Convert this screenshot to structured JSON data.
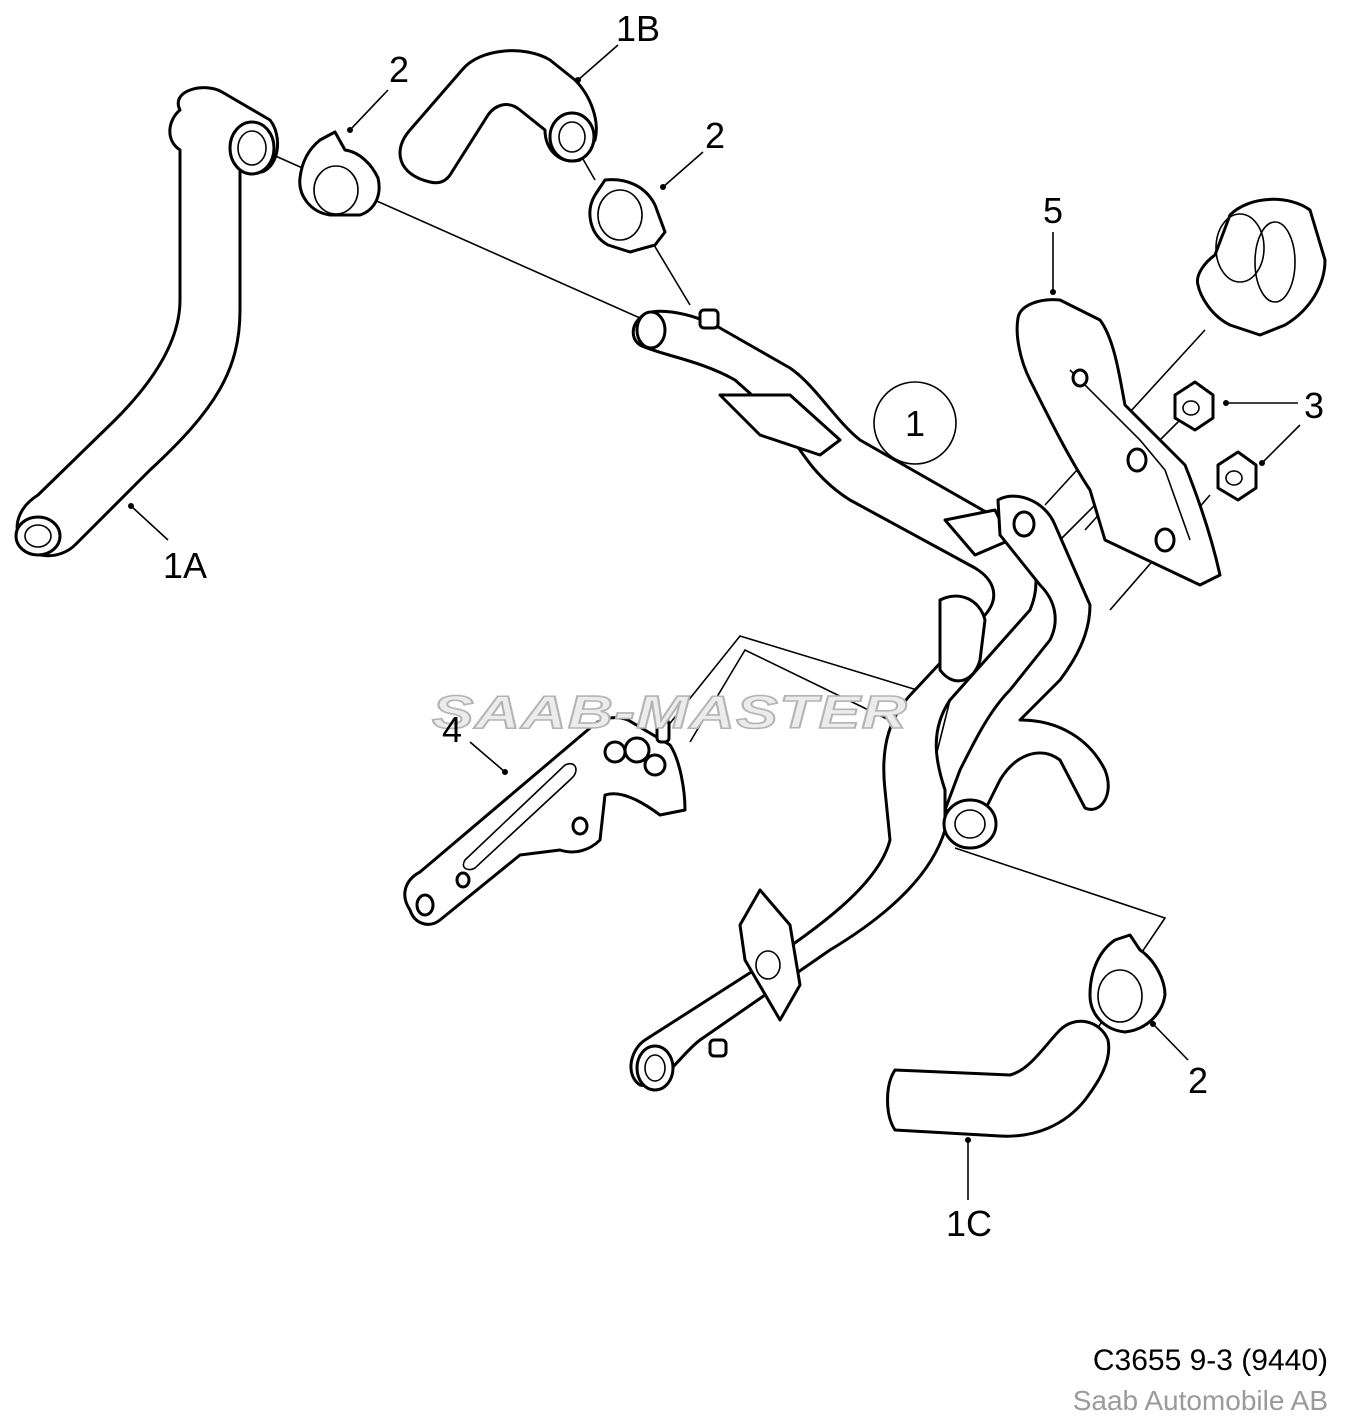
{
  "labels": {
    "part_1": "1",
    "part_1a": "1A",
    "part_1b": "1B",
    "part_1c": "1C",
    "part_2_top_left": "2",
    "part_2_top_right": "2",
    "part_2_bottom": "2",
    "part_3": "3",
    "part_4": "4",
    "part_5": "5"
  },
  "watermark": "SAAB-MASTER",
  "footer": {
    "drawing_code": "C3655 9-3  (9440)",
    "copyright": "Saab Automobile AB"
  }
}
